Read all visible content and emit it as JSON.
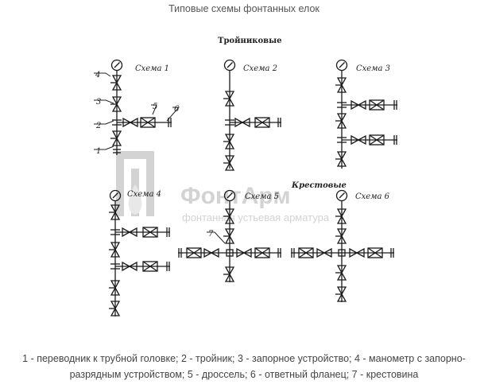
{
  "page": {
    "title": "Типовые схемы фонтанных елок"
  },
  "groups": {
    "tees": "Тройниковые",
    "crosses": "Крестовые"
  },
  "schemes": [
    "Схема 1",
    "Схема 2",
    "Схема 3",
    "Схема 4",
    "Схема 5",
    "Схема 6"
  ],
  "callouts": [
    "1",
    "2",
    "3",
    "4",
    "5",
    "6",
    "7"
  ],
  "watermark": {
    "brand": "ФонтАрм",
    "tagline": "фонтанная устьевая арматура",
    "color": "#cfcfcf",
    "drop_color": "#e6e6e6"
  },
  "legend": {
    "line1": "1 - переводник к трубной головке; 2 - тройник; 3 - запорное устройство; 4 - манометр с запорно-",
    "line2": "разрядным устройством; 5 - дроссель; 6 - ответный фланец; 7 - крестовина"
  },
  "elements": {
    "gauge": "pressure-gauge-icon",
    "valve": "valve-icon",
    "choke": "choke-icon",
    "flange": "flange-icon",
    "tee": "tee-fitting-icon",
    "cross": "cross-fitting-icon",
    "adapter": "adapter-icon"
  }
}
